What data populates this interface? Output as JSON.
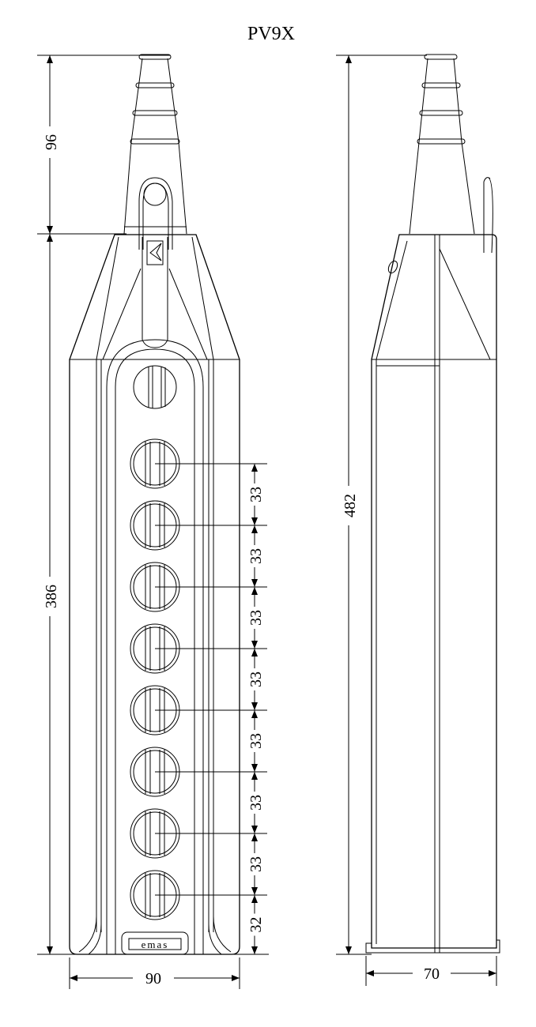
{
  "title": "PV9X",
  "logo_text": "emas",
  "front_view": {
    "overall_gland_height": "96",
    "body_height": "386",
    "width": "90",
    "button_pitches": [
      "33",
      "33",
      "33",
      "33",
      "33",
      "33",
      "33"
    ],
    "bottom_offset": "32",
    "button_count": 8
  },
  "side_view": {
    "overall_height": "482",
    "depth": "70"
  }
}
